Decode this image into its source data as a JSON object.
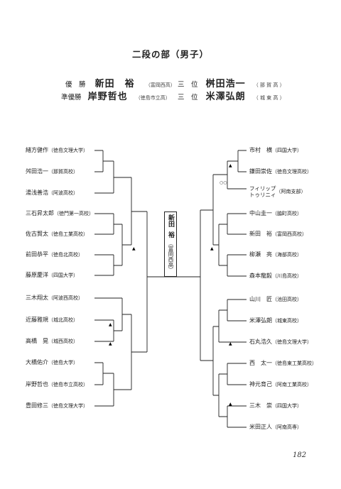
{
  "title": "二段の部（男子）",
  "results": {
    "winner": {
      "label": "優　勝",
      "name": "新田　裕",
      "school": "（富岡西高）"
    },
    "runner_up": {
      "label": "準優勝",
      "name": "岸野哲也",
      "school": "（徳島市立高）"
    },
    "third_a": {
      "label": "三　位",
      "name": "桝田浩一",
      "school": "（ 那 賀 高 ）"
    },
    "third_b": {
      "label": "三　位",
      "name": "米澤弘朗",
      "school": "（ 城 東 高 ）"
    }
  },
  "left_players": [
    {
      "name": "緒方健作",
      "school": "（徳島文理大学）"
    },
    {
      "name": "舛田浩一",
      "school": "（那賀高校）"
    },
    {
      "name": "湯浅善浩",
      "school": "（阿波高校）"
    },
    {
      "name": "三石昇太郎",
      "school": "（徳門第一高校）"
    },
    {
      "name": "佐古賢太",
      "school": "（徳島工業高校）"
    },
    {
      "name": "前田恭平",
      "school": "（徳島北高校）"
    },
    {
      "name": "藤原慶洋",
      "school": "（四国大学）"
    },
    {
      "name": "三木翔太",
      "school": "（阿波西高校）"
    },
    {
      "name": "近藤雅規",
      "school": "（城北高校）"
    },
    {
      "name": "高橋　晃",
      "school": "（城西高校）"
    },
    {
      "name": "大橋佑介",
      "school": "（徳島大学）"
    },
    {
      "name": "岸野哲也",
      "school": "（徳島市立高校）"
    },
    {
      "name": "豊田修三",
      "school": "（徳島文理大学）"
    }
  ],
  "right_players": [
    {
      "name": "市村　横",
      "school": "（四国大学）"
    },
    {
      "name": "鎌田崇佐",
      "school": "（徳島文理高校）"
    },
    {
      "name": "フィリップ\nトゥリニィ",
      "school": "（阿南支部）"
    },
    {
      "name": "中山圭一",
      "school": "（脇町高校）"
    },
    {
      "name": "新田　裕",
      "school": "（富岡西高校）"
    },
    {
      "name": "柳瀬　亮",
      "school": "（海部高校）"
    },
    {
      "name": "森本龍毅",
      "school": "（川島高校）"
    },
    {
      "name": "山川　匠",
      "school": "（池田高校）"
    },
    {
      "name": "米澤弘朗",
      "school": "（城東高校）"
    },
    {
      "name": "石丸浩久",
      "school": "（徳島文理大学）"
    },
    {
      "name": "西　太一",
      "school": "（徳島東工業高校）"
    },
    {
      "name": "神元育己",
      "school": "（阿南工業高校）"
    },
    {
      "name": "三木　崇",
      "school": "（四国大学）"
    },
    {
      "name": "米田正人",
      "school": "（阿南高専）"
    }
  ],
  "champion_box": {
    "name": "新田",
    "name2": "裕",
    "school": "（富岡西高）"
  },
  "page_number": "182"
}
